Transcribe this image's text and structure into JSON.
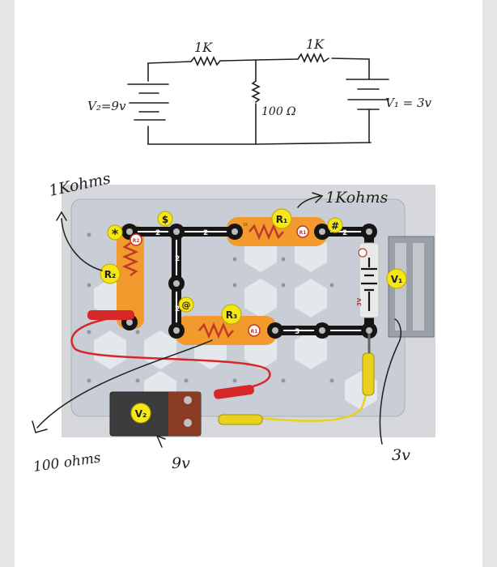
{
  "schematic": {
    "top_left_resistor": "1K",
    "top_right_resistor": "1K",
    "left_source": "V₂=9v",
    "middle_resistor": "100 Ω",
    "right_source": "V₁ = 3v"
  },
  "circuit_board": {
    "r1_label": "R₁",
    "r2_label": "R₂",
    "r3_label": "R₃",
    "v1_label": "V₁",
    "v2_label": "V₂",
    "star_symbol": "*",
    "dollar_symbol": "$",
    "hash_symbol": "#",
    "at_symbol": "@",
    "wire_2": "2",
    "wire_3": "3",
    "voltage_3v": "3V",
    "small_1k": "1K",
    "r2_tag": "R2",
    "r1_tag": "R1"
  },
  "handwritten": {
    "r2_note": "1Kohms",
    "r1_note": "1Kohms",
    "r3_note": "100 ohms",
    "v2_note": "9v",
    "v1_note": "3v"
  },
  "colors": {
    "resistor_orange": "#f29a2e",
    "wire_red": "#d62828",
    "wire_yellow": "#e8d21e",
    "ink": "#1f1f1f"
  }
}
